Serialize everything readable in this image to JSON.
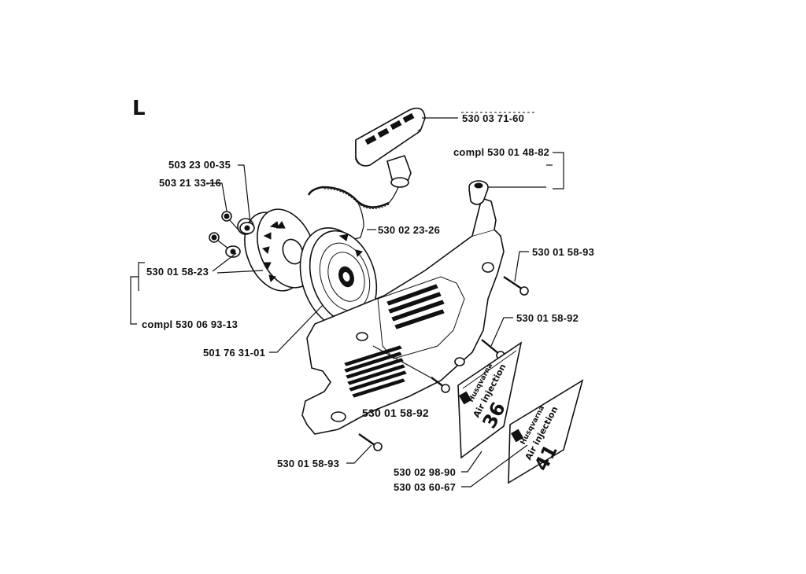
{
  "section_letter": "L",
  "labels": {
    "p_530_03_71_60": "530 03 71-60",
    "p_compl_530_01_48_82": "compl 530 01 48-82",
    "p_503_23_00_35": "503 23 00-35",
    "p_503_21_33_16": "503 21 33-16",
    "p_530_02_23_26": "530 02 23-26",
    "p_530_01_58_93_top": "530 01 58-93",
    "p_530_01_58_23": "530 01 58-23",
    "p_530_01_58_92_right": "530 01 58-92",
    "p_compl_530_06_93_13": "compl 530 06 93-13",
    "p_501_76_31_01": "501 76 31-01",
    "p_530_01_58_92_center": "530 01 58-92",
    "p_530_01_58_93_bottom": "530 01 58-93",
    "p_530_02_98_90": "530 02 98-90",
    "p_530_03_60_67": "530 03 60-67"
  },
  "decals": {
    "decal_36": {
      "brand": "Husqvarna",
      "text": "Air injection",
      "model": "36"
    },
    "decal_41": {
      "brand": "Husqvarna",
      "text": "Air injection",
      "model": "41"
    }
  }
}
